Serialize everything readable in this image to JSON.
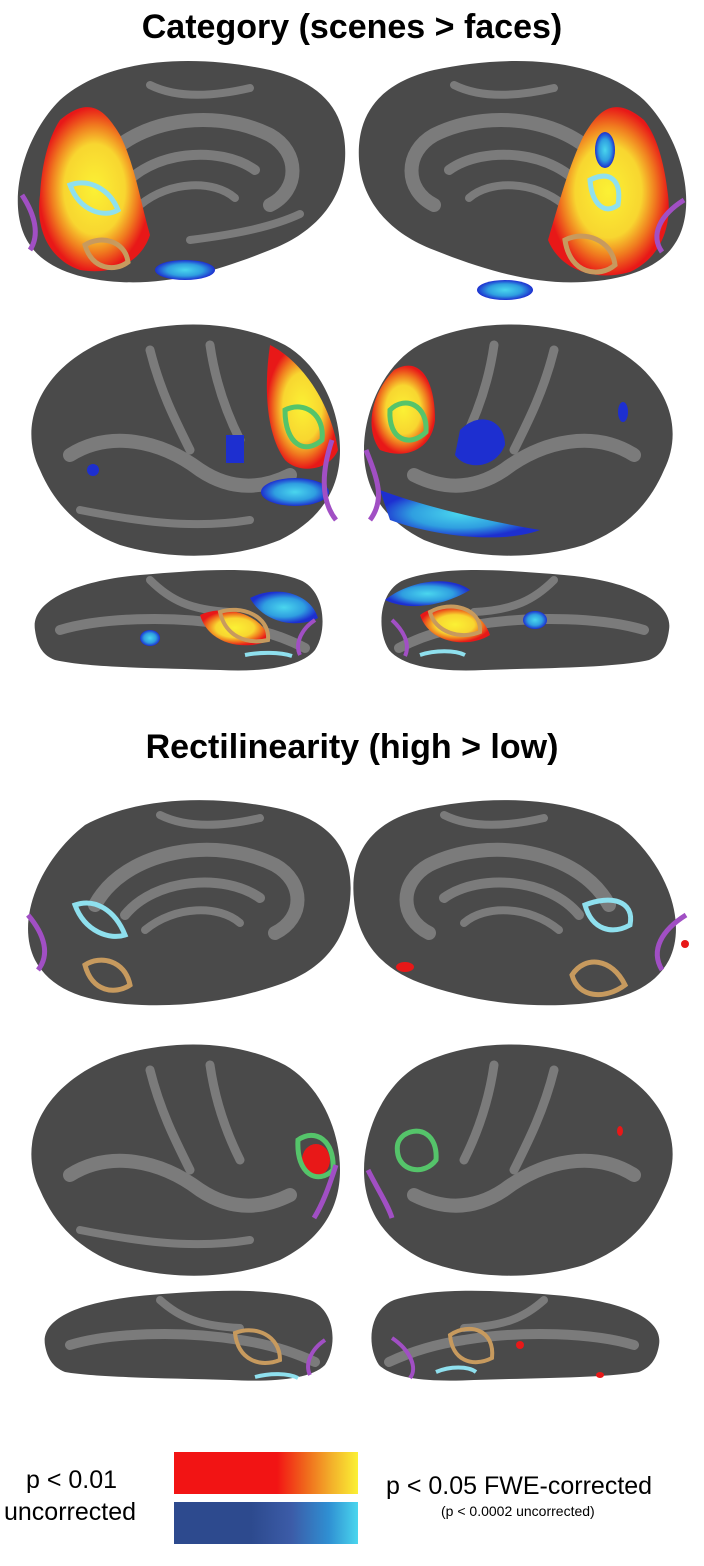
{
  "titles": {
    "category": "Category (scenes > faces)",
    "rectilinearity": "Rectilinearity (high > low)"
  },
  "legend": {
    "uncorrected_line1": "p < 0.01",
    "uncorrected_line2": "uncorrected",
    "corrected_line1": "p < 0.05 FWE-corrected",
    "corrected_line2": "(p < 0.0002 uncorrected)"
  },
  "colors": {
    "cortex_dark": "#4a4a4a",
    "cortex_light": "#7b7b7b",
    "roi_purple": "#a14fc4",
    "roi_cyan": "#8fe0ee",
    "roi_tan": "#c79a5e",
    "roi_green": "#55c46a",
    "warm_low": "#f21414",
    "warm_high": "#fbf134",
    "cool_low": "#2d4a8e",
    "cool_high": "#4ad6ee"
  }
}
